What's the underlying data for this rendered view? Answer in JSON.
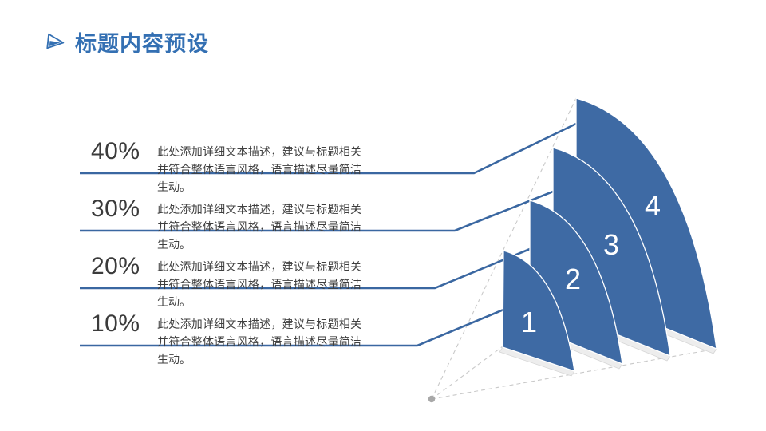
{
  "title": {
    "text": "标题内容预设",
    "icon": "arrowhead-right-icon",
    "color": "#3470b3"
  },
  "items": [
    {
      "percent": "40%",
      "segment": "4",
      "description": "此处添加详细文本描述，建议与标题相关并符合整体语言风格，语言描述尽量简洁生动。"
    },
    {
      "percent": "30%",
      "segment": "3",
      "description": "此处添加详细文本描述，建议与标题相关并符合整体语言风格，语言描述尽量简洁生动。"
    },
    {
      "percent": "20%",
      "segment": "2",
      "description": "此处添加详细文本描述，建议与标题相关并符合整体语言风格，语言描述尽量简洁生动。"
    },
    {
      "percent": "10%",
      "segment": "1",
      "description": "此处添加详细文本描述，建议与标题相关并符合整体语言风格，语言描述尽量简洁生动。"
    }
  ],
  "fan_chart": {
    "type": "fan-perspective-diagram",
    "segments": [
      {
        "label": "1",
        "linked_percent": "10%"
      },
      {
        "label": "2",
        "linked_percent": "20%"
      },
      {
        "label": "3",
        "linked_percent": "30%"
      },
      {
        "label": "4",
        "linked_percent": "40%"
      }
    ],
    "colors": {
      "sail_blue": "#3e6aa4",
      "connector_blue": "#3a67a1",
      "guide_gray": "#c9c9c9",
      "dot_gray": "#a8a8a8",
      "strip_gray": "#ededed",
      "strip_edge": "#d6d6d6",
      "label_white": "#ffffff"
    }
  }
}
